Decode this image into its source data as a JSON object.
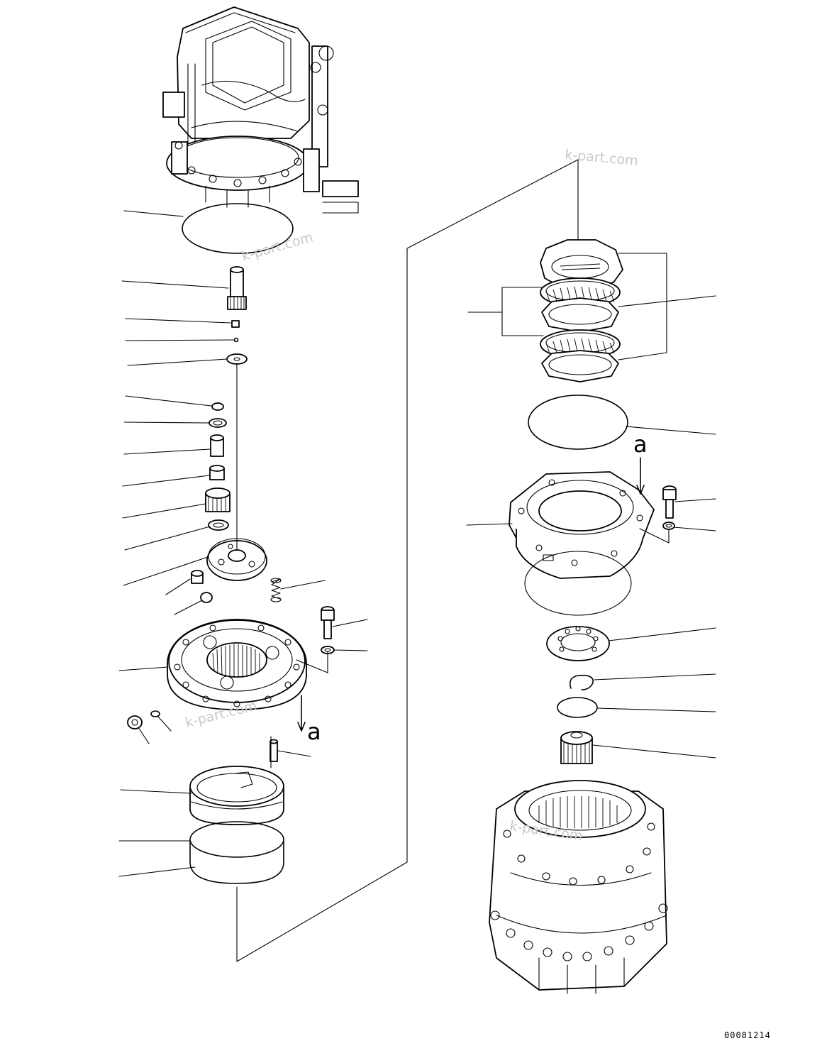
{
  "diagram": {
    "drawing_number": "00081214",
    "section_marker": "a",
    "watermark": "k-part.com"
  },
  "colors": {
    "ink": "#000000",
    "paper": "#ffffff",
    "watermark": "#c8c8c8"
  }
}
